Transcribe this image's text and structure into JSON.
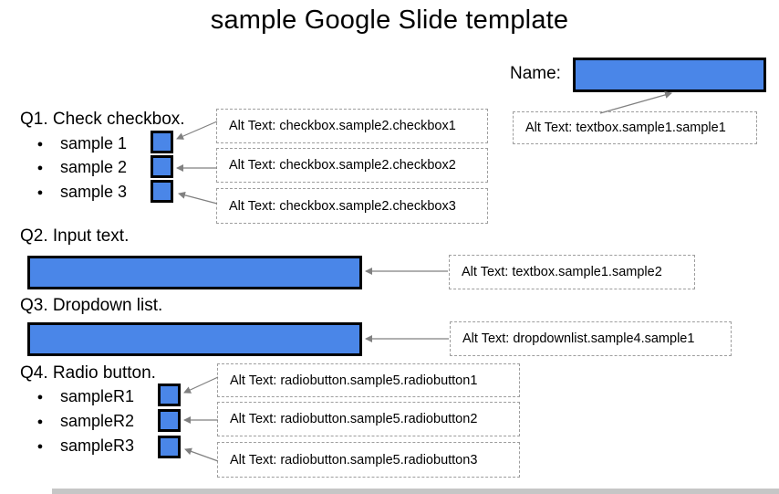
{
  "title": "sample Google Slide template",
  "colors": {
    "shape_fill": "#4a86e8",
    "shape_border": "#000000",
    "arrow": "#808080",
    "dashed_border": "#9e9e9e",
    "scrollbar": "#c6c6c6"
  },
  "name_field": {
    "label": "Name:",
    "alt_text": "Alt Text: textbox.sample1.sample1"
  },
  "q1": {
    "heading": "Q1. Check checkbox.",
    "bullet": "●",
    "items": [
      {
        "label": "sample 1",
        "alt_text": "Alt Text: checkbox.sample2.checkbox1"
      },
      {
        "label": "sample 2",
        "alt_text": "Alt Text: checkbox.sample2.checkbox2"
      },
      {
        "label": "sample 3",
        "alt_text": "Alt Text: checkbox.sample2.checkbox3"
      }
    ]
  },
  "q2": {
    "heading": "Q2. Input text.",
    "alt_text": "Alt Text: textbox.sample1.sample2"
  },
  "q3": {
    "heading": "Q3. Dropdown list.",
    "alt_text": "Alt Text: dropdownlist.sample4.sample1"
  },
  "q4": {
    "heading": "Q4. Radio button.",
    "bullet": "●",
    "items": [
      {
        "label": "sampleR1",
        "alt_text": "Alt Text: radiobutton.sample5.radiobutton1"
      },
      {
        "label": "sampleR2",
        "alt_text": "Alt Text: radiobutton.sample5.radiobutton2"
      },
      {
        "label": "sampleR3",
        "alt_text": "Alt Text: radiobutton.sample5.radiobutton3"
      }
    ]
  }
}
